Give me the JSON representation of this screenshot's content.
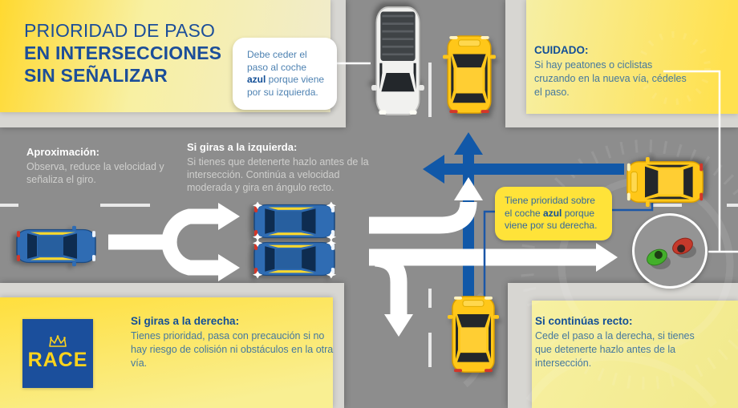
{
  "title": {
    "line1": "PRIORIDAD DE PASO",
    "line2": "EN INTERSECCIONES",
    "line3": "SIN SEÑALIZAR"
  },
  "bubbles": {
    "yield": {
      "pre": "Debe ceder el paso al coche ",
      "bold": "azul",
      "post": " porque viene por su izquierda."
    },
    "priority": {
      "pre": "Tiene prioridad sobre el coche ",
      "bold": "azul",
      "post": " porque viene por su derecha."
    }
  },
  "panels": {
    "caution": {
      "title": "CUIDADO:",
      "body": "Si hay peatones o ciclistas cruzando en la nueva vía, cédeles el paso."
    },
    "turn_right": {
      "title": "Si giras a la derecha:",
      "body": "Tienes prioridad, pasa con precaución si no hay riesgo de colisión ni obstáculos en la otra vía."
    },
    "straight": {
      "title": "Si continúas recto:",
      "body": "Cede el paso a la derecha, si tienes que detenerte hazlo antes de la intersección."
    }
  },
  "road_labels": {
    "approach": {
      "title": "Aproximación:",
      "body": "Observa, reduce la velocidad y señaliza el giro."
    },
    "turn_left": {
      "title": "Si giras a la izquierda:",
      "body": "Si tienes que detenerte hazlo antes de la intersección. Continúa a velocidad moderada y gira en ángulo recto."
    }
  },
  "logo": {
    "text": "RACE"
  },
  "icons": {
    "logo_crown": "crown-icon",
    "pedestrians": [
      "pedestrian-green",
      "pedestrian-red"
    ]
  },
  "colors": {
    "brand_blue": "#1b4f9c",
    "accent_yellow": "#ffd930",
    "arrow_blue": "#1158a8",
    "dark_blue_text": "#134f97",
    "body_blue_text": "#44789f",
    "road_gray": "#8d8d8d",
    "sidewalk_gray": "#d7d6d2",
    "bubble_yellow": "#ffe339"
  }
}
